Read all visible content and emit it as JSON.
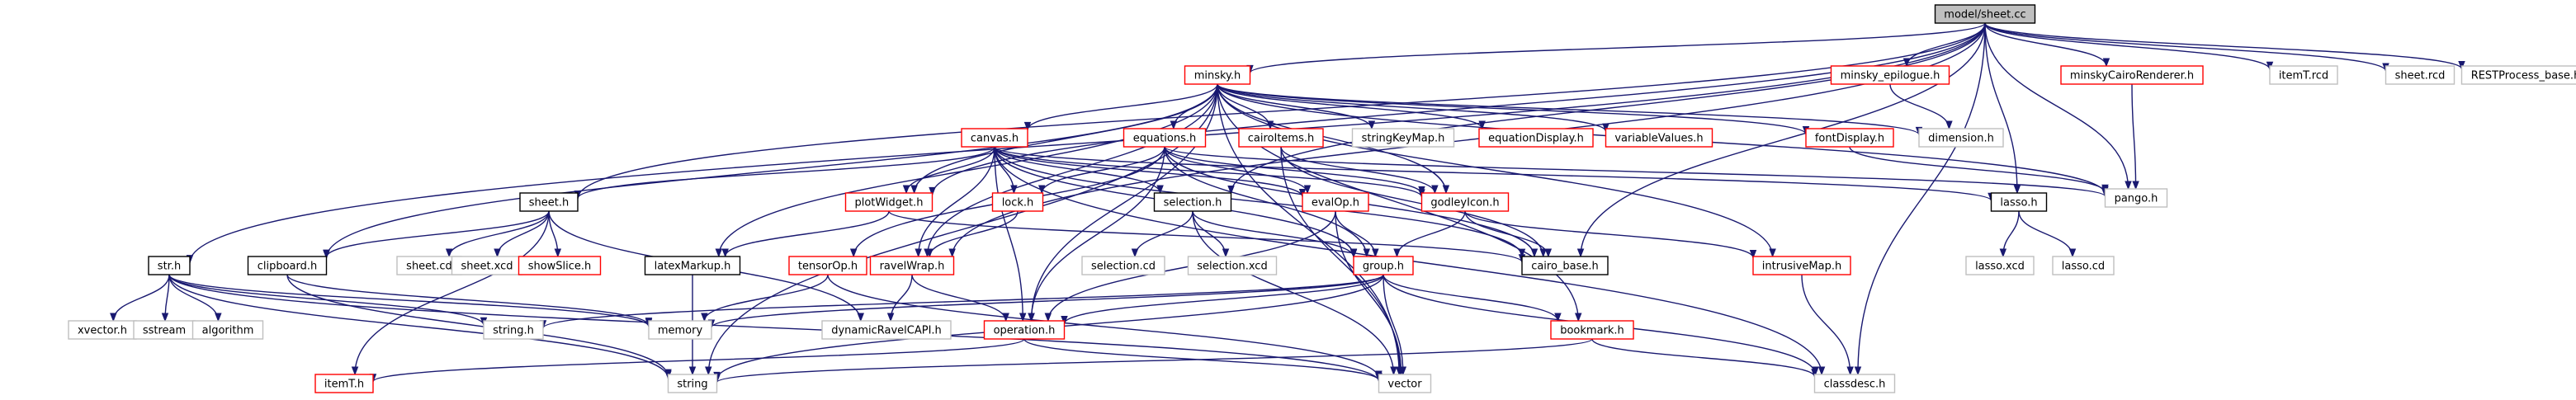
{
  "graph": {
    "title": "model/sheet.cc",
    "colors": {
      "edge": "#191970",
      "root_fill": "#bfbfbf",
      "documented_border": "#000000",
      "incomplete_border": "#ff0000",
      "external_border": "#bfbfbf"
    },
    "nodes": [
      {
        "id": "sheet_cc",
        "label": "model/sheet.cc",
        "kind": "root"
      },
      {
        "id": "minsky_h",
        "label": "minsky.h",
        "kind": "incomplete"
      },
      {
        "id": "minsky_epilogue_h",
        "label": "minsky_epilogue.h",
        "kind": "incomplete"
      },
      {
        "id": "minskyCairoRenderer_h",
        "label": "minskyCairoRenderer.h",
        "kind": "incomplete"
      },
      {
        "id": "itemT_rcd",
        "label": "itemT.rcd",
        "kind": "external"
      },
      {
        "id": "sheet_rcd",
        "label": "sheet.rcd",
        "kind": "external"
      },
      {
        "id": "RESTProcess_base_h",
        "label": "RESTProcess_base.h",
        "kind": "external"
      },
      {
        "id": "canvas_h",
        "label": "canvas.h",
        "kind": "incomplete"
      },
      {
        "id": "equations_h",
        "label": "equations.h",
        "kind": "incomplete"
      },
      {
        "id": "cairoItems_h",
        "label": "cairoItems.h",
        "kind": "incomplete"
      },
      {
        "id": "stringKeyMap_h",
        "label": "stringKeyMap.h",
        "kind": "external"
      },
      {
        "id": "equationDisplay_h",
        "label": "equationDisplay.h",
        "kind": "incomplete"
      },
      {
        "id": "variableValues_h",
        "label": "variableValues.h",
        "kind": "incomplete"
      },
      {
        "id": "fontDisplay_h",
        "label": "fontDisplay.h",
        "kind": "incomplete"
      },
      {
        "id": "dimension_h",
        "label": "dimension.h",
        "kind": "external"
      },
      {
        "id": "pango_h",
        "label": "pango.h",
        "kind": "external"
      },
      {
        "id": "sheet_h",
        "label": "sheet.h",
        "kind": "documented"
      },
      {
        "id": "plotWidget_h",
        "label": "plotWidget.h",
        "kind": "incomplete"
      },
      {
        "id": "lock_h",
        "label": "lock.h",
        "kind": "incomplete"
      },
      {
        "id": "selection_h",
        "label": "selection.h",
        "kind": "documented"
      },
      {
        "id": "evalOp_h",
        "label": "evalOp.h",
        "kind": "incomplete"
      },
      {
        "id": "godleyIcon_h",
        "label": "godleyIcon.h",
        "kind": "incomplete"
      },
      {
        "id": "lasso_h",
        "label": "lasso.h",
        "kind": "documented"
      },
      {
        "id": "str_h",
        "label": "str.h",
        "kind": "documented"
      },
      {
        "id": "clipboard_h",
        "label": "clipboard.h",
        "kind": "documented"
      },
      {
        "id": "sheet_cd",
        "label": "sheet.cd",
        "kind": "external"
      },
      {
        "id": "sheet_xcd",
        "label": "sheet.xcd",
        "kind": "external"
      },
      {
        "id": "showSlice_h",
        "label": "showSlice.h",
        "kind": "incomplete"
      },
      {
        "id": "latexMarkup_h",
        "label": "latexMarkup.h",
        "kind": "documented"
      },
      {
        "id": "tensorOp_h",
        "label": "tensorOp.h",
        "kind": "incomplete"
      },
      {
        "id": "ravelWrap_h",
        "label": "ravelWrap.h",
        "kind": "incomplete"
      },
      {
        "id": "selection_cd",
        "label": "selection.cd",
        "kind": "external"
      },
      {
        "id": "selection_xcd",
        "label": "selection.xcd",
        "kind": "external"
      },
      {
        "id": "group_h",
        "label": "group.h",
        "kind": "incomplete"
      },
      {
        "id": "cairo_base_h",
        "label": "cairo_base.h",
        "kind": "documented"
      },
      {
        "id": "intrusiveMap_h",
        "label": "intrusiveMap.h",
        "kind": "incomplete"
      },
      {
        "id": "lasso_xcd",
        "label": "lasso.xcd",
        "kind": "external"
      },
      {
        "id": "lasso_cd",
        "label": "lasso.cd",
        "kind": "external"
      },
      {
        "id": "xvector_h",
        "label": "xvector.h",
        "kind": "external"
      },
      {
        "id": "sstream",
        "label": "sstream",
        "kind": "external"
      },
      {
        "id": "algorithm",
        "label": "algorithm",
        "kind": "external"
      },
      {
        "id": "string_h",
        "label": "string.h",
        "kind": "external"
      },
      {
        "id": "memory",
        "label": "memory",
        "kind": "external"
      },
      {
        "id": "dynamicRavelCAPI_h",
        "label": "dynamicRavelCAPI.h",
        "kind": "external"
      },
      {
        "id": "operation_h",
        "label": "operation.h",
        "kind": "incomplete"
      },
      {
        "id": "bookmark_h",
        "label": "bookmark.h",
        "kind": "incomplete"
      },
      {
        "id": "itemT_h",
        "label": "itemT.h",
        "kind": "incomplete"
      },
      {
        "id": "string",
        "label": "string",
        "kind": "external"
      },
      {
        "id": "vector",
        "label": "vector",
        "kind": "external"
      },
      {
        "id": "classdesc_h",
        "label": "classdesc.h",
        "kind": "external"
      }
    ],
    "edges": [
      [
        "sheet_cc",
        "minsky_h"
      ],
      [
        "sheet_cc",
        "minsky_epilogue_h"
      ],
      [
        "sheet_cc",
        "minskyCairoRenderer_h"
      ],
      [
        "sheet_cc",
        "itemT_rcd"
      ],
      [
        "sheet_cc",
        "sheet_rcd"
      ],
      [
        "sheet_cc",
        "RESTProcess_base_h"
      ],
      [
        "sheet_cc",
        "sheet_h"
      ],
      [
        "sheet_cc",
        "str_h"
      ],
      [
        "sheet_cc",
        "plotWidget_h"
      ],
      [
        "sheet_cc",
        "ravelWrap_h"
      ],
      [
        "sheet_cc",
        "selection_h"
      ],
      [
        "sheet_cc",
        "cairo_base_h"
      ],
      [
        "sheet_cc",
        "lasso_h"
      ],
      [
        "sheet_cc",
        "pango_h"
      ],
      [
        "sheet_cc",
        "classdesc_h"
      ],
      [
        "minsky_h",
        "canvas_h"
      ],
      [
        "minsky_h",
        "equations_h"
      ],
      [
        "minsky_h",
        "cairoItems_h"
      ],
      [
        "minsky_h",
        "stringKeyMap_h"
      ],
      [
        "minsky_h",
        "equationDisplay_h"
      ],
      [
        "minsky_h",
        "variableValues_h"
      ],
      [
        "minsky_h",
        "fontDisplay_h"
      ],
      [
        "minsky_h",
        "dimension_h"
      ],
      [
        "minsky_h",
        "clipboard_h"
      ],
      [
        "minsky_h",
        "latexMarkup_h"
      ],
      [
        "minsky_h",
        "plotWidget_h"
      ],
      [
        "minsky_h",
        "ravelWrap_h"
      ],
      [
        "minsky_h",
        "godleyIcon_h"
      ],
      [
        "minsky_h",
        "intrusiveMap_h"
      ],
      [
        "minsky_h",
        "bookmark_h"
      ],
      [
        "minsky_h",
        "operation_h"
      ],
      [
        "minsky_h",
        "vector"
      ],
      [
        "minsky_h",
        "string"
      ],
      [
        "minsky_h",
        "pango_h"
      ],
      [
        "minsky_epilogue_h",
        "dimension_h"
      ],
      [
        "minskyCairoRenderer_h",
        "pango_h"
      ],
      [
        "canvas_h",
        "sheet_h"
      ],
      [
        "canvas_h",
        "plotWidget_h"
      ],
      [
        "canvas_h",
        "lock_h"
      ],
      [
        "canvas_h",
        "ravelWrap_h"
      ],
      [
        "canvas_h",
        "operation_h"
      ],
      [
        "canvas_h",
        "selection_h"
      ],
      [
        "canvas_h",
        "godleyIcon_h"
      ],
      [
        "canvas_h",
        "cairo_base_h"
      ],
      [
        "canvas_h",
        "evalOp_h"
      ],
      [
        "canvas_h",
        "group_h"
      ],
      [
        "canvas_h",
        "lasso_h"
      ],
      [
        "canvas_h",
        "classdesc_h"
      ],
      [
        "equations_h",
        "lock_h"
      ],
      [
        "equations_h",
        "evalOp_h"
      ],
      [
        "equations_h",
        "godleyIcon_h"
      ],
      [
        "equations_h",
        "operation_h"
      ],
      [
        "equations_h",
        "tensorOp_h"
      ],
      [
        "equations_h",
        "group_h"
      ],
      [
        "equations_h",
        "cairo_base_h"
      ],
      [
        "equations_h",
        "pango_h"
      ],
      [
        "cairoItems_h",
        "godleyIcon_h"
      ],
      [
        "cairoItems_h",
        "cairo_base_h"
      ],
      [
        "cairoItems_h",
        "vector"
      ],
      [
        "fontDisplay_h",
        "pango_h"
      ],
      [
        "sheet_h",
        "clipboard_h"
      ],
      [
        "sheet_h",
        "sheet_cd"
      ],
      [
        "sheet_h",
        "sheet_xcd"
      ],
      [
        "sheet_h",
        "showSlice_h"
      ],
      [
        "sheet_h",
        "itemT_h"
      ],
      [
        "sheet_h",
        "dynamicRavelCAPI_h"
      ],
      [
        "plotWidget_h",
        "latexMarkup_h"
      ],
      [
        "plotWidget_h",
        "cairo_base_h"
      ],
      [
        "lock_h",
        "ravelWrap_h"
      ],
      [
        "selection_h",
        "selection_cd"
      ],
      [
        "selection_h",
        "selection_xcd"
      ],
      [
        "selection_h",
        "group_h"
      ],
      [
        "selection_h",
        "vector"
      ],
      [
        "evalOp_h",
        "group_h"
      ],
      [
        "evalOp_h",
        "operation_h"
      ],
      [
        "evalOp_h",
        "vector"
      ],
      [
        "godleyIcon_h",
        "group_h"
      ],
      [
        "godleyIcon_h",
        "intrusiveMap_h"
      ],
      [
        "godleyIcon_h",
        "cairo_base_h"
      ],
      [
        "lasso_h",
        "lasso_xcd"
      ],
      [
        "lasso_h",
        "lasso_cd"
      ],
      [
        "str_h",
        "xvector_h"
      ],
      [
        "str_h",
        "sstream"
      ],
      [
        "str_h",
        "algorithm"
      ],
      [
        "str_h",
        "string_h"
      ],
      [
        "str_h",
        "memory"
      ],
      [
        "str_h",
        "string"
      ],
      [
        "str_h",
        "vector"
      ],
      [
        "clipboard_h",
        "memory"
      ],
      [
        "clipboard_h",
        "string"
      ],
      [
        "latexMarkup_h",
        "string"
      ],
      [
        "tensorOp_h",
        "memory"
      ],
      [
        "tensorOp_h",
        "vector"
      ],
      [
        "ravelWrap_h",
        "dynamicRavelCAPI_h"
      ],
      [
        "ravelWrap_h",
        "operation_h"
      ],
      [
        "group_h",
        "string_h"
      ],
      [
        "group_h",
        "memory"
      ],
      [
        "group_h",
        "operation_h"
      ],
      [
        "group_h",
        "bookmark_h"
      ],
      [
        "group_h",
        "vector"
      ],
      [
        "group_h",
        "string"
      ],
      [
        "group_h",
        "classdesc_h"
      ],
      [
        "intrusiveMap_h",
        "classdesc_h"
      ],
      [
        "operation_h",
        "itemT_h"
      ],
      [
        "operation_h",
        "vector"
      ],
      [
        "bookmark_h",
        "string"
      ],
      [
        "bookmark_h",
        "classdesc_h"
      ]
    ]
  }
}
